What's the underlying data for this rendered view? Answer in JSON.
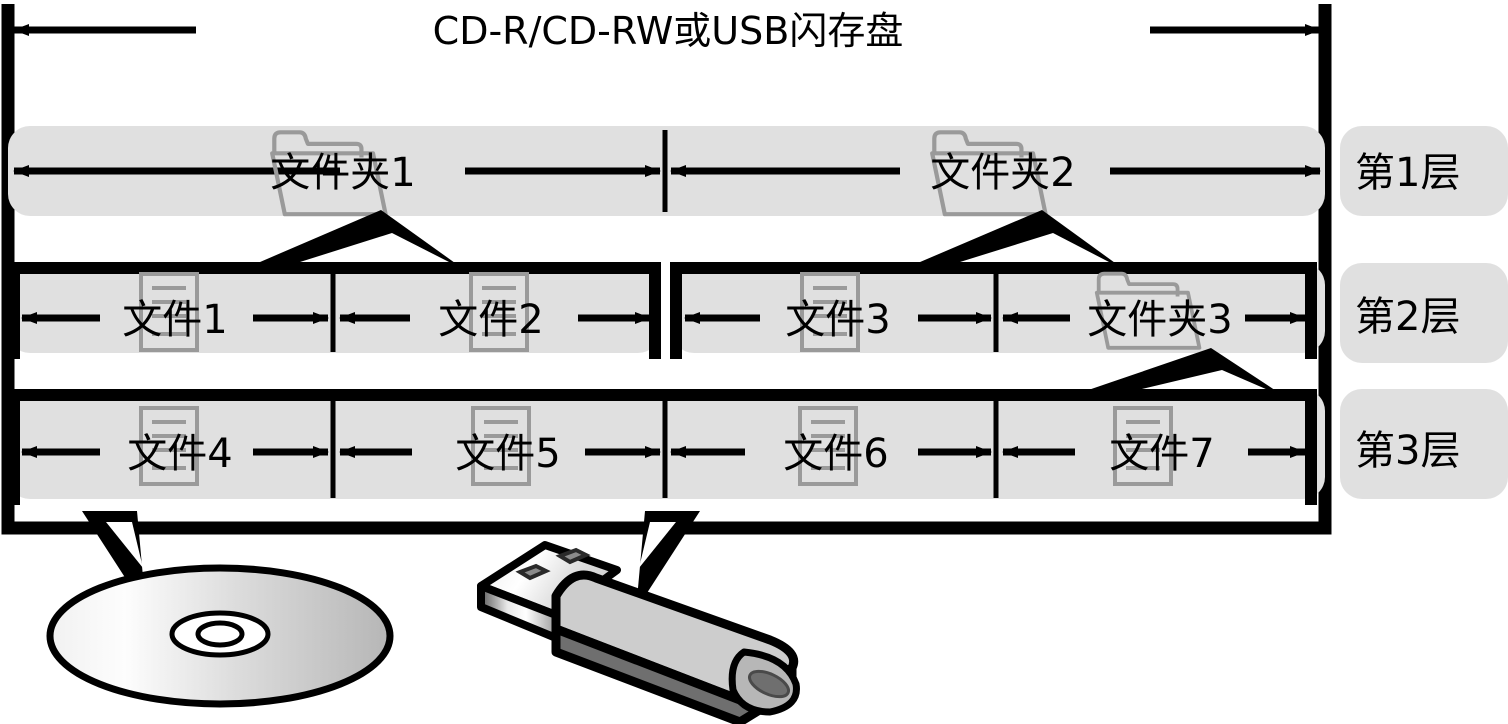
{
  "diagram": {
    "title": "CD-R/CD-RW或USB闪存盘",
    "media_label_note": "CD-R/CD-RW or USB flash drive hierarchy",
    "layers": [
      {
        "label": "第1层",
        "items": [
          {
            "name": "文件夹1",
            "icon": "folder-icon"
          },
          {
            "name": "文件夹2",
            "icon": "folder-icon"
          }
        ]
      },
      {
        "label": "第2层",
        "items": [
          {
            "name": "文件1",
            "icon": "document-icon"
          },
          {
            "name": "文件2",
            "icon": "document-icon"
          },
          {
            "name": "文件3",
            "icon": "document-icon"
          },
          {
            "name": "文件夹3",
            "icon": "folder-icon"
          }
        ]
      },
      {
        "label": "第3层",
        "items": [
          {
            "name": "文件4",
            "icon": "document-icon"
          },
          {
            "name": "文件5",
            "icon": "document-icon"
          },
          {
            "name": "文件6",
            "icon": "document-icon"
          },
          {
            "name": "文件7",
            "icon": "document-icon"
          }
        ]
      }
    ],
    "media": [
      {
        "name": "compact-disc",
        "alt": "CD-R/CD-RW disc"
      },
      {
        "name": "usb-flash-drive",
        "alt": "USB flash drive"
      }
    ],
    "colors": {
      "stroke": "#000000",
      "band_fill": "#e0e0e0",
      "icon_stroke": "#9a9a9a",
      "disc_light": "#fbfbfb",
      "disc_dark": "#b9b9b9",
      "usb_body": "#cccccc",
      "usb_shadow": "#6f6f6f",
      "background": "#ffffff"
    }
  }
}
